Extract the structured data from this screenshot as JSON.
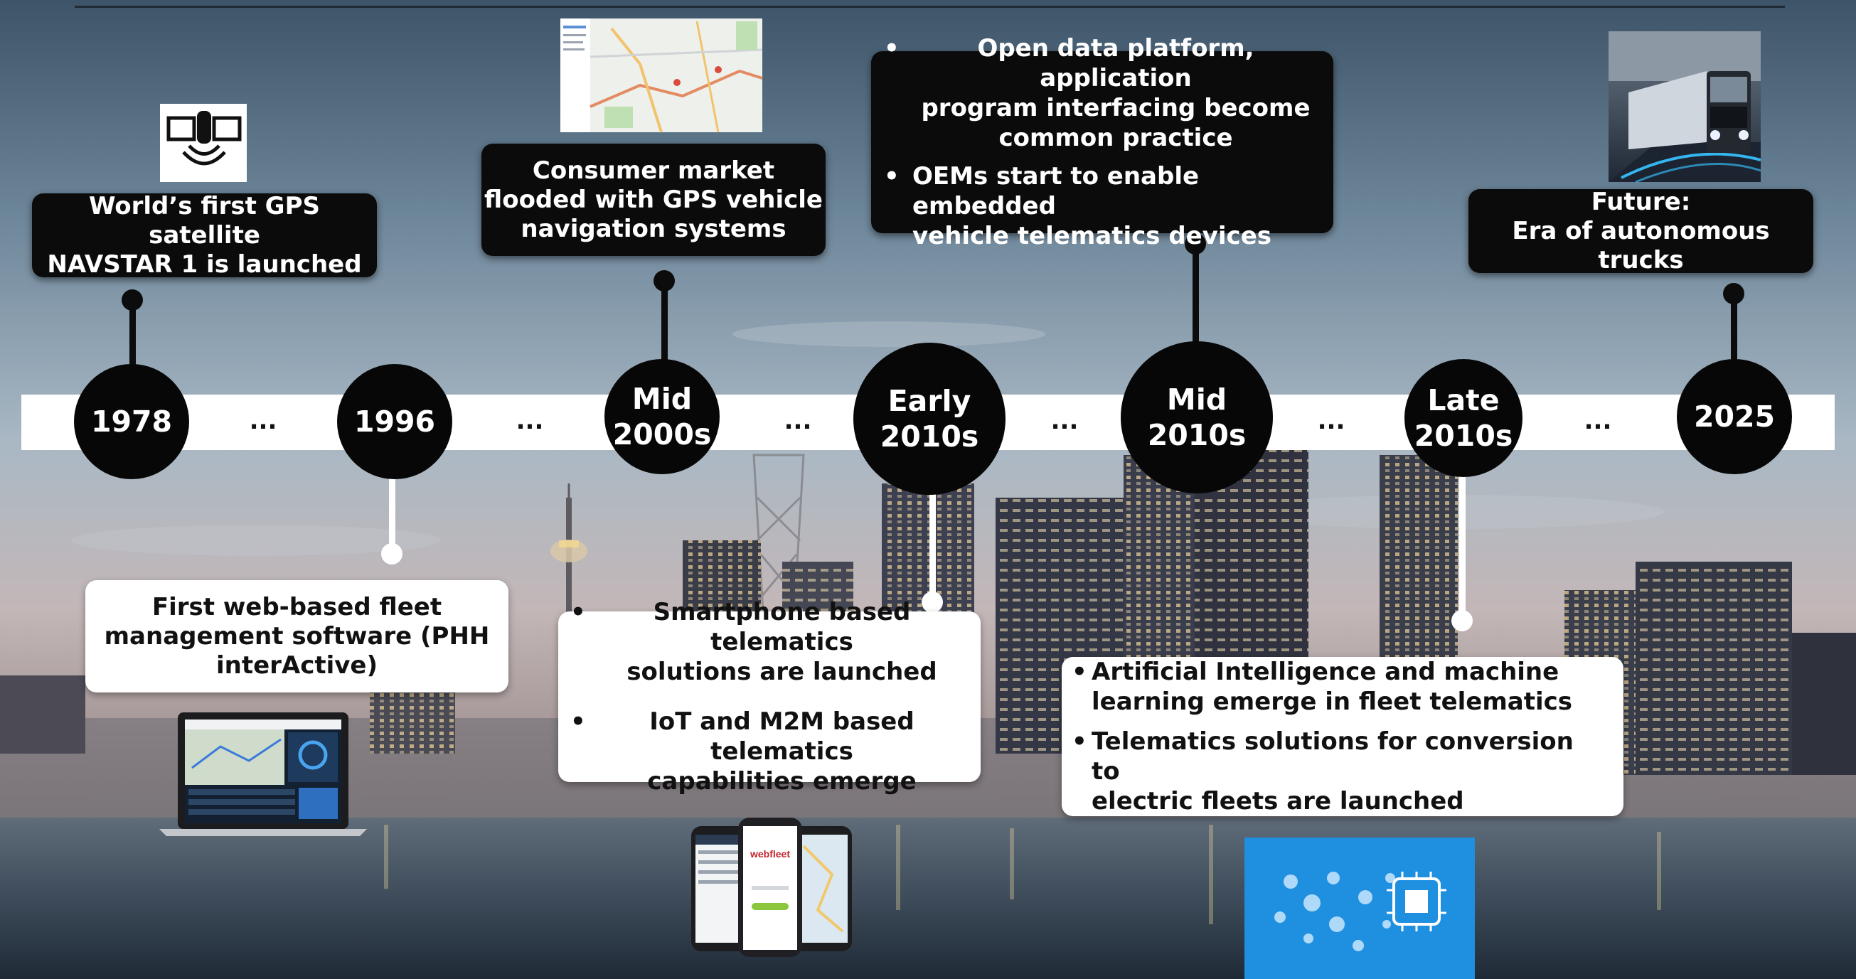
{
  "timeline": {
    "nodes": [
      {
        "id": "1978",
        "lines": [
          "1978"
        ]
      },
      {
        "id": "1996",
        "lines": [
          "1996"
        ]
      },
      {
        "id": "mid-2000s",
        "lines": [
          "Mid",
          "2000s"
        ]
      },
      {
        "id": "early-2010s",
        "lines": [
          "Early",
          "2010s"
        ]
      },
      {
        "id": "mid-2010s",
        "lines": [
          "Mid",
          "2010s"
        ]
      },
      {
        "id": "late-2010s",
        "lines": [
          "Late",
          "2010s"
        ]
      },
      {
        "id": "2025",
        "lines": [
          "2025"
        ]
      }
    ],
    "separator": "..."
  },
  "events": {
    "e1978": {
      "text": [
        "World’s first GPS satellite",
        "NAVSTAR 1 is launched"
      ]
    },
    "e1996": {
      "text": [
        "First web-based fleet",
        "management software (PHH",
        "interActive)"
      ]
    },
    "e2000s_mid": {
      "text": [
        "Consumer market",
        "flooded with GPS vehicle",
        "navigation systems"
      ]
    },
    "e2010s_early": {
      "bullets": [
        [
          "Smartphone based telematics",
          "solutions are launched"
        ],
        [
          "IoT and M2M based telematics",
          "capabilities emerge"
        ]
      ]
    },
    "e2010s_mid": {
      "bullets": [
        [
          "Open data platform, application",
          "program interfacing become",
          "common practice"
        ],
        [
          "OEMs start to enable embedded",
          "vehicle telematics devices"
        ]
      ]
    },
    "e2010s_late": {
      "bullets": [
        [
          "Artificial Intelligence and machine",
          "learning emerge in fleet telematics"
        ],
        [
          "Telematics solutions for conversion to",
          "electric fleets are launched"
        ]
      ]
    },
    "e2025": {
      "text": [
        "Future:",
        "Era of autonomous trucks"
      ]
    }
  },
  "images": {
    "satellite_icon": "satellite-icon",
    "map_screenshot": "gps-map-screenshot",
    "laptop": "fleet-dashboard-laptop",
    "phones": "webfleet-smartphones",
    "truck": "autonomous-truck-photo",
    "ai_chip": "ai-network-graphic",
    "phone_brand": "webfleet"
  },
  "colors": {
    "node_fill": "#070707",
    "band": "#ffffff",
    "dark_box": "#0b0b0b",
    "light_box": "#ffffff",
    "ai_graphic": "#1f8fe0"
  }
}
